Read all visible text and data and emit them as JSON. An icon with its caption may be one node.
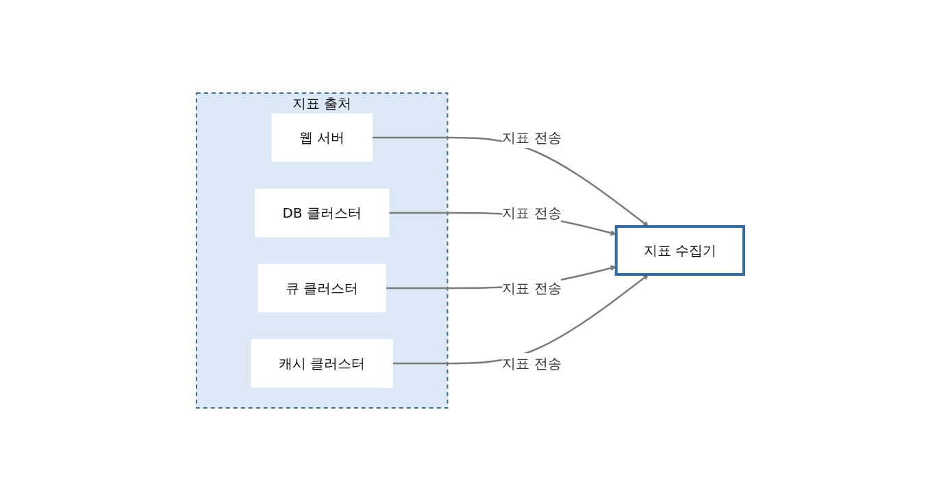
{
  "diagram": {
    "nodes": [
      {
        "text": [
          "지표 출처"
        ]
      },
      {
        "text": [
          "웹 서버"
        ],
        "in": 0
      },
      {
        "text": [
          "DB 클러스터"
        ],
        "in": 0
      },
      {
        "text": [
          "큐 클러스터"
        ],
        "in": 0
      },
      {
        "text": [
          "캐시 클러스터"
        ],
        "in": 0
      },
      {
        "text": [
          "지표 수집기"
        ]
      }
    ],
    "edges": [
      {
        "from": 1,
        "to": 5,
        "arrow": "to",
        "label": "지표 전송"
      },
      {
        "from": 2,
        "to": 5,
        "arrow": "to",
        "label": "지표 전송"
      },
      {
        "from": 3,
        "to": 5,
        "arrow": "to",
        "label": "지표 전송"
      },
      {
        "from": 4,
        "to": 5,
        "arrow": "to",
        "label": "지표 전송"
      }
    ]
  }
}
